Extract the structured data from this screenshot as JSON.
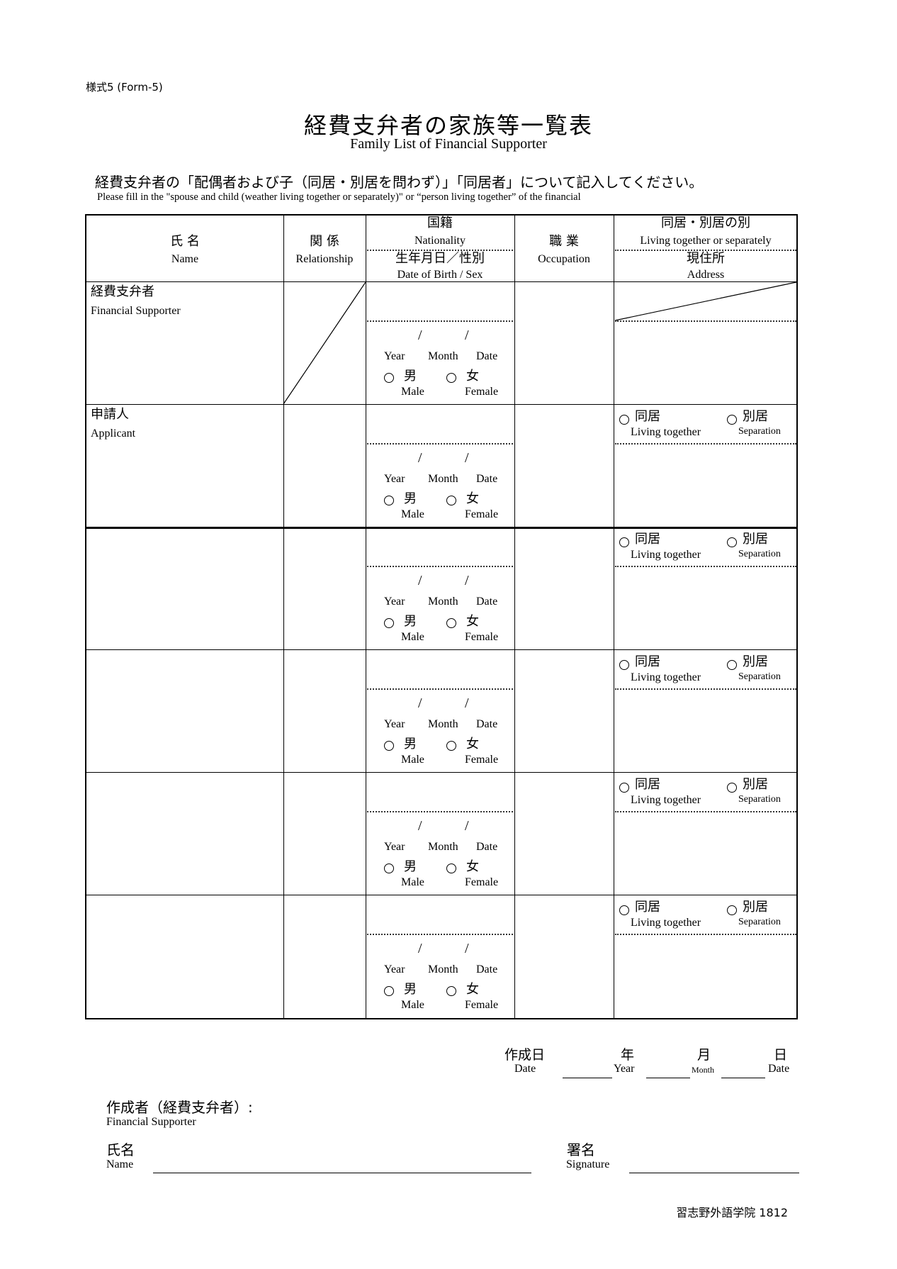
{
  "form_number": "様式5 (Form-5)",
  "title": {
    "jp": "経費支弁者の家族等一覧表",
    "en": "Family List of Financial Supporter"
  },
  "instruction": {
    "jp": "経費支弁者の「配偶者および子（同居・別居を問わず）」「同居者」について記入してください。",
    "en": "Please fill in the \"spouse and child (weather living together or separately)\" or “person living together”  of the financial"
  },
  "table": {
    "headers": {
      "name_jp": "氏  名",
      "name_en": "Name",
      "relationship_jp": "関  係",
      "relationship_en": "Relationship",
      "nationality_jp": "国籍",
      "nationality_en": "Nationality",
      "dob_jp": "生年月日／性別",
      "dob_en": "Date of Birth / Sex",
      "occupation_jp": "職  業",
      "occupation_en": "Occupation",
      "living_jp": "同居・別居の別",
      "living_en": "Living together or separately",
      "address_jp": "現住所",
      "address_en": "Address"
    },
    "cell_labels": {
      "slash": "/",
      "year": "Year",
      "month": "Month",
      "date": "Date",
      "male_jp": "男",
      "male_en": "Male",
      "female_jp": "女",
      "female_en": "Female",
      "together_jp": "同居",
      "together_en": "Living together",
      "separate_jp": "別居",
      "separate_en": "Separation"
    },
    "rows": [
      {
        "label_jp": "経費支弁者",
        "label_en": "Financial Supporter"
      },
      {
        "label_jp": "申請人",
        "label_en": "Applicant"
      },
      {
        "label_jp": "",
        "label_en": ""
      },
      {
        "label_jp": "",
        "label_en": ""
      },
      {
        "label_jp": "",
        "label_en": ""
      },
      {
        "label_jp": "",
        "label_en": ""
      }
    ]
  },
  "created_date": {
    "label_jp": "作成日",
    "label_en": "Date",
    "year_jp": "年",
    "year_en": "Year",
    "month_jp": "月",
    "month_en": "Month",
    "day_jp": "日",
    "day_en": "Date"
  },
  "creator": {
    "label_jp": "作成者（経費支弁者）:",
    "label_en": "Financial Supporter",
    "name_jp": "氏名",
    "name_en": "Name",
    "signature_jp": "署名",
    "signature_en": "Signature"
  },
  "footer": "習志野外語学院 1812"
}
